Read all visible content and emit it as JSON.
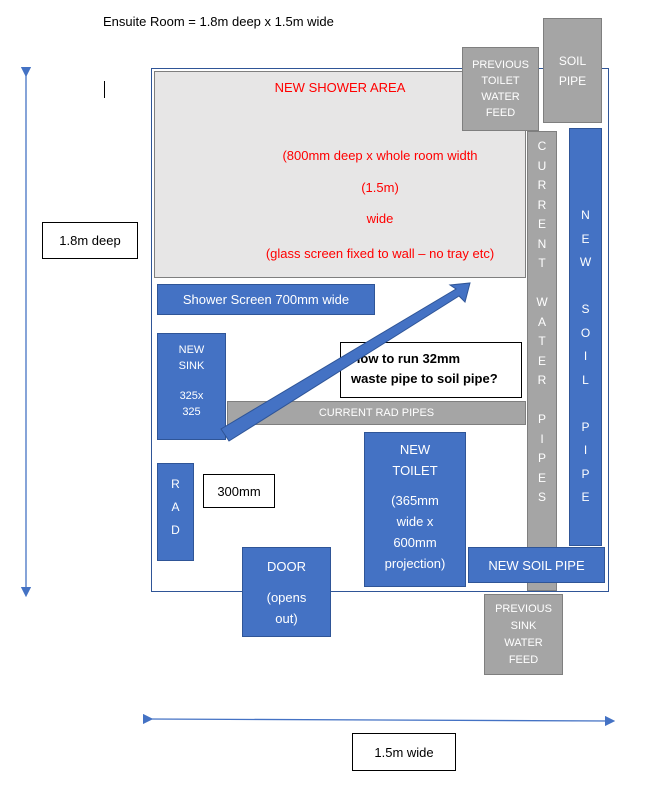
{
  "title": "Ensuite Room = 1.8m deep x 1.5m wide",
  "dimensions": {
    "deep": "1.8m deep",
    "wide": "1.5m wide",
    "gap": "300mm"
  },
  "shower_area": {
    "title": "NEW SHOWER AREA",
    "line1": "(800mm deep x whole room width",
    "line2": "(1.5m)",
    "line3": "wide",
    "line4": "(glass screen fixed to wall – no tray etc)"
  },
  "shower_screen": "Shower Screen 700mm wide",
  "question": {
    "line1": "How to run 32mm",
    "line2": "waste pipe to soil pipe?"
  },
  "previous_toilet_feed": [
    "PREVIOUS",
    "TOILET",
    "WATER",
    "FEED"
  ],
  "soil_pipe_top": [
    "SOIL",
    "PIPE"
  ],
  "current_water_pipes": "CURRENT WATER PIPES",
  "new_soil_pipe_vertical": "NEW SOIL PIPE",
  "new_sink": {
    "title": [
      "NEW",
      "SINK"
    ],
    "size": [
      "325x",
      "325"
    ]
  },
  "rad_pipes": "CURRENT RAD PIPES",
  "rad": "RAD",
  "new_toilet": {
    "title": [
      "NEW",
      "TOILET"
    ],
    "desc": [
      "(365mm",
      "wide x",
      "600mm",
      "projection)"
    ]
  },
  "new_soil_pipe_horizontal": "NEW SOIL PIPE",
  "door": {
    "title": "DOOR",
    "desc": [
      "(opens",
      "out)"
    ]
  },
  "previous_sink_feed": [
    "PREVIOUS",
    "SINK",
    "WATER",
    "FEED"
  ],
  "colors": {
    "blue_fill": "#4472c4",
    "grey_fill": "#a5a5a5",
    "red_text": "#ff0000",
    "shower_fill": "#e7e6e6"
  }
}
